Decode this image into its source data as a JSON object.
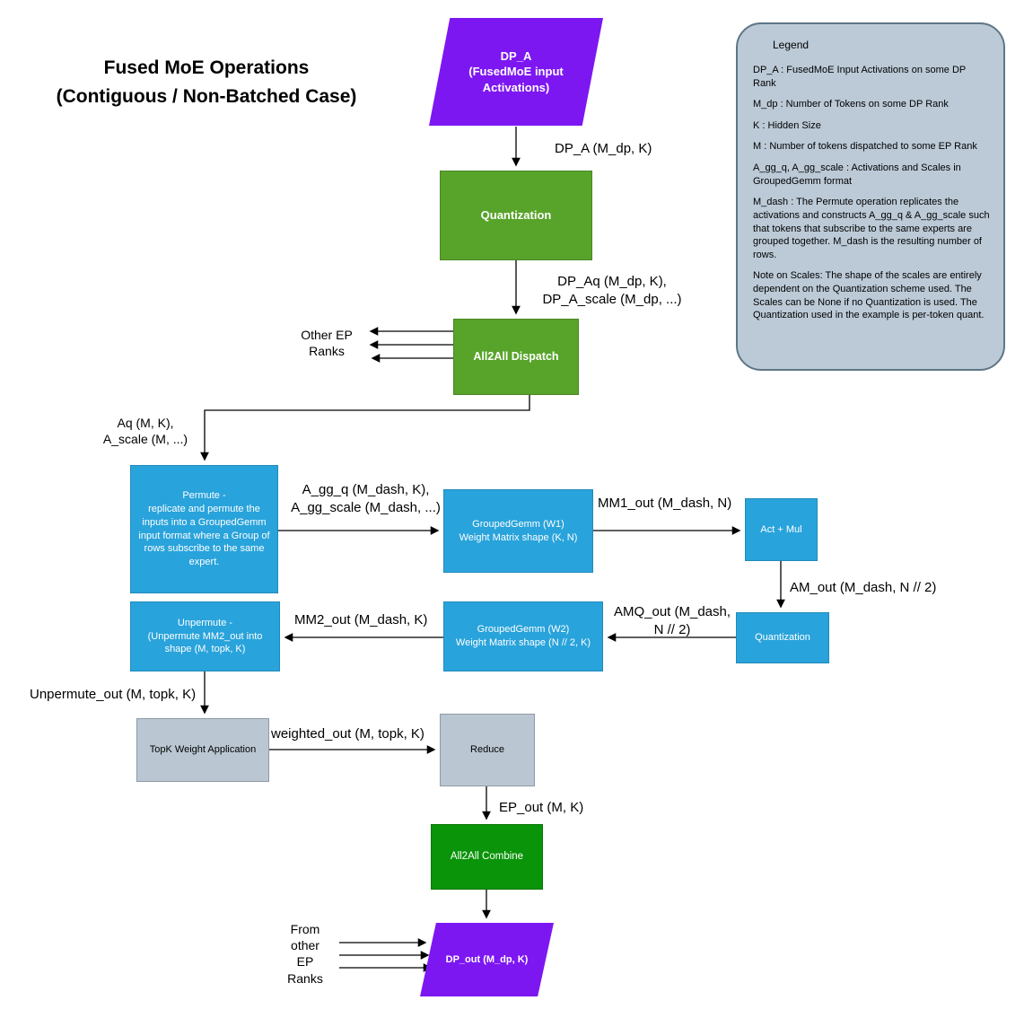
{
  "title": "Fused MoE Operations\n(Contiguous / Non-Batched Case)",
  "colors": {
    "purple": "#7d17f2",
    "green": "#58a42a",
    "dark-green": "#099409",
    "blue": "#29a3db",
    "box-gray": "#bac7d2",
    "legend-bg": "#bccad7",
    "edge": "#000000"
  },
  "nodes": {
    "dp_a": "DP_A\n(FusedMoE input\nActivations)",
    "quantization_1": "Quantization",
    "all2all_dispatch": "All2All Dispatch",
    "permute": "Permute -\nreplicate and permute the\ninputs into a GroupedGemm\ninput format where a Group of\nrows subscribe to the same\nexpert.",
    "gemm_w1": "GroupedGemm (W1)\nWeight Matrix shape (K, N)",
    "act_mul": "Act + Mul",
    "quantization_2": "Quantization",
    "gemm_w2": "GroupedGemm (W2)\nWeight Matrix shape (N // 2, K)",
    "unpermute": "Unpermute -\n(Unpermute MM2_out into\nshape (M, topk, K)",
    "topk": "TopK Weight Application",
    "reduce": "Reduce",
    "all2all_combine": "All2All Combine",
    "dp_out": "DP_out (M_dp, K)"
  },
  "edge_labels": {
    "dp_a_out": "DP_A (M_dp, K)",
    "dp_aq_out": "DP_Aq (M_dp, K),\nDP_A_scale (M_dp, ...)",
    "other_ep_ranks": "Other EP\nRanks",
    "aq_out": "Aq (M, K),\nA_scale (M, ...)",
    "a_gg": "A_gg_q (M_dash, K),\nA_gg_scale (M_dash, ...)",
    "mm1_out": "MM1_out (M_dash, N)",
    "am_out": "AM_out (M_dash, N // 2)",
    "amq_out": "AMQ_out (M_dash,\nN // 2)",
    "mm2_out": "MM2_out (M_dash, K)",
    "unpermute_out": "Unpermute_out (M, topk, K)",
    "weighted_out": "weighted_out (M, topk, K)",
    "ep_out": "EP_out (M, K)",
    "from_other_ep": "From\nother\nEP\nRanks"
  },
  "legend": {
    "title": "Legend",
    "items": [
      "DP_A : FusedMoE Input Activations on some DP Rank",
      "M_dp : Number of Tokens on some DP Rank",
      "K : Hidden Size",
      "M : Number of tokens dispatched to some EP Rank",
      "A_gg_q, A_gg_scale : Activations and Scales in GroupedGemm format",
      "M_dash : The Permute operation replicates the activations and constructs A_gg_q & A_gg_scale such that tokens that subscribe to the same experts are grouped together. M_dash is the resulting number of rows.",
      "Note on Scales: The shape of the scales are entirely dependent on the Quantization scheme used. The Scales can be None if no Quantization is used. The Quantization used in the example is per-token quant."
    ]
  }
}
